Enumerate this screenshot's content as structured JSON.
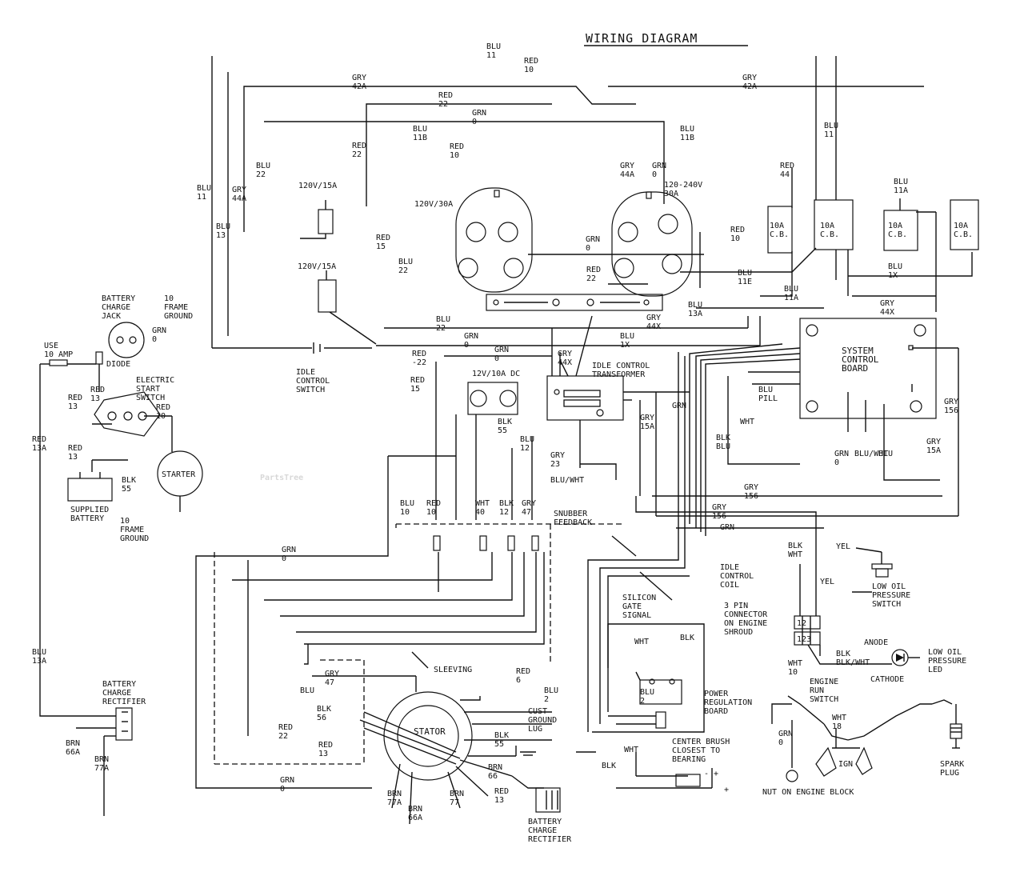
{
  "title": "WIRING DIAGRAM",
  "watermark": "PartsTree",
  "wire_labels": {
    "blu_top": "BLU\n11",
    "red_top": "RED\n10",
    "gry_42a_left": "GRY\n42A",
    "gry_42a_right": "GRY\n42A",
    "red_22": "RED\n22",
    "grn_0_top": "GRN\n0",
    "blu_11b_upper": "BLU\n11B",
    "blu_11b_right": "BLU\n11B",
    "red_10_mid": "RED\n10",
    "red_22_vertical": "RED\n22",
    "blu_11_right_vertical": "BLU\n11",
    "red_44_vert": "RED\n44",
    "blu_11_left_vertical": "BLU\n11",
    "blu_13_left": "BLU\n13",
    "gry_44a_left": "GRY\n44A",
    "gry_44a_top": "GRY\n44A",
    "grn_0_vertical": "GRN\n0",
    "blu_22_vertical": "BLU\n22",
    "red_15": "RED\n15",
    "grn_0_mid": "GRN\n0",
    "blu_22_small": "BLU\n22",
    "red_22_mid": "RED\n22",
    "blu_11e_left": "BLU\n11E",
    "red_10_left": "RED\n10",
    "gry_44x_top": "GRY\n44X",
    "blu_22_horizontal": "BLU\n22",
    "grn_0_horizontal": "GRN\n0",
    "blu_1x": "BLU\n1X",
    "grn_0_under": "GRN\n0",
    "red_22_neg": "RED\n-22",
    "red_15_b": "RED\n15",
    "red_13a": "RED\n13A",
    "blu_13a": "BLU\n13A",
    "brn_66a": "BRN\n66A",
    "brn_77a_left": "BRN\n77A",
    "blu_11a": "BLU\n11A",
    "blu_11a_b": "BLU\n11A",
    "blu_1x_right": "BLU\n1X",
    "gry_44x_right": "GRY\n44X",
    "gry_44x_idle": "GRY\n44X",
    "blu_13a_mid": "BLU\n13A",
    "blu_12": "BLU\n12",
    "blk_55_outlet": "BLK\n55",
    "blk_55_battery": "BLK\n55",
    "gry_23": "GRY\n23",
    "blu_wht_mid": "BLU/WHT",
    "gry_156_a": "GRY\n156",
    "gry_156_b": "GRY\n156",
    "grn_vertical_center": "GRN",
    "grn_right_bottom": "GRN",
    "blu_wht_right": "BLU/WHT",
    "blu_right": "BLU",
    "gry_156_right": "GRY\n156",
    "gry_15a_right": "GRY\n15A",
    "gry_15a": "GRY\n15A",
    "blk_blu": "BLK\nBLU",
    "wht": "WHT",
    "blu_pill": "BLU\nPILL",
    "grn_0_left": "GRN\n0",
    "grn_0_bottom": "GRN\n0",
    "gry_47": "GRY\n47",
    "blu_stator": "BLU",
    "blk_56": "BLK\n56",
    "red_22_stator": "RED\n22",
    "red_13_stator": "RED\n13",
    "red_6": "RED\n6",
    "blu_2": "BLU\n2",
    "grn_0_stator": "GRN\n0",
    "blk_55_stator": "BLK\n55",
    "brn_66": "BRN\n66",
    "brn_77a": "BRN\n77A",
    "brn_77": "BRN\n77",
    "red_13_bottom": "RED\n13",
    "brn_66a_bottom": "BRN\n66A",
    "blk_bottom": "BLK",
    "wht_bottom": "WHT",
    "blu_2_power": "BLU\n2",
    "wht_power": "WHT",
    "blk_power": "BLK",
    "wht_10": "WHT\n10",
    "yel": "YEL",
    "yel_vertical": "YEL",
    "blk_wht_top": "BLK\nWHT",
    "blk_wht_anode": "BLK\nBLK/WHT",
    "grn_0_engine": "GRN\n0",
    "wht_18": "WHT\n18",
    "blu_10": "BLU\n10",
    "red_10_top": "RED\n10",
    "red_10_idle": "RED\n10",
    "blk_12": "BLK\n12",
    "wht_40": "WHT\n40",
    "blu_10_snubber": "BLU\n10",
    "gry_47_snubber": "GRY\n47"
  },
  "components": {
    "outlet_120v15a_top": "120V/15A",
    "outlet_120v30a": "120V/30A",
    "outlet_120_240v": "120-240V\n30A",
    "outlet_120v15a_left": "120V/15A",
    "outlet_12v10a": "12V/10A DC",
    "cb_10a_left": "10A\nC.B.",
    "cb_10a_mid": "10A\nC.B.",
    "cb_10a_right": "10A\nC.B.",
    "cb_10a_far": "10A\nC.B.",
    "battery_charge_jack": "BATTERY\nCHARGE\nJACK",
    "frame_ground_top": "10\nFRAME\nGROUND",
    "grn_0_jack": "GRN\n0",
    "fuse": "USE\n10 AMP",
    "diode": "DIODE",
    "electric_start_switch": "ELECTRIC\nSTART\nSWITCH",
    "red_13_switch": "RED\n13",
    "red_13_switch_b": "RED\n13",
    "red_10_switch": "RED\n10",
    "starter": "STARTER",
    "supplied_battery": "SUPPLIED\nBATTERY",
    "frame_ground_bottom": "10\nFRAME\nGROUND",
    "battery_charge_rectifier_left": "BATTERY\nCHARGE\nRECTIFIER",
    "idle_control_switch": "IDLE\nCONTROL\nSWITCH",
    "idle_control_transformer": "IDLE CONTROL\nTRANSFORMER",
    "system_control_board": "SYSTEM\nCONTROL\nBOARD",
    "snubber_feedback": "SNUBBER\nFEEDBACK",
    "stator": "STATOR",
    "sleeving": "SLEEVING",
    "ground_lug": "CUST\nGROUND\nLUG",
    "battery_charge_rectifier_bottom": "BATTERY\nCHARGE\nRECTIFIER",
    "silicon_gate_signal": "SILICON\nGATE\nSIGNAL",
    "power_regulation_board": "POWER\nREGULATION\nBOARD",
    "brush_note": "CENTER BRUSH\nCLOSEST TO\nBEARING",
    "idle_control_coil": "IDLE\nCONTROL\nCOIL",
    "connector_3pin": "3 PIN\nCONNECTOR\nON ENGINE\nSHROUD",
    "low_oil_pressure_switch": "LOW OIL\nPRESSURE\nSWITCH",
    "anode": "ANODE",
    "cathode": "CATHODE",
    "low_oil_led": "LOW OIL\nPRESSURE\nLED",
    "engine_run_switch": "ENGINE\nRUN\nSWITCH",
    "nut_on_engine_block": "NUT ON ENGINE BLOCK",
    "spark_plug": "SPARK\nPLUG",
    "pin_12": "12",
    "pin_123": "123",
    "ign": "IGN",
    "plus": "+",
    "plus_minus": "-  +"
  }
}
